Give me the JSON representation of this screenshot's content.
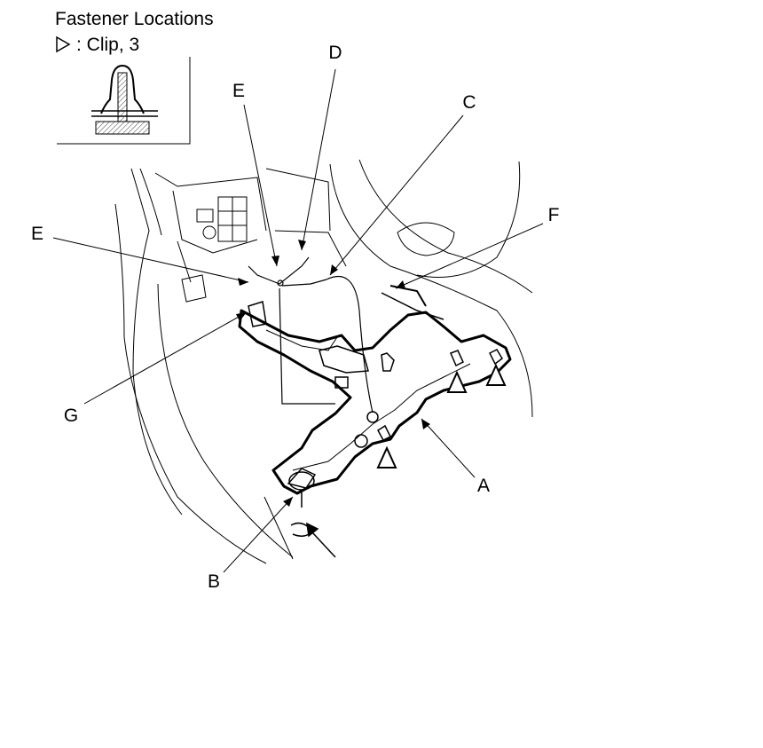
{
  "legend": {
    "title": "Fastener Locations",
    "clip_text": ": Clip, 3",
    "clip_icon": "clip-triangle-icon"
  },
  "callouts": {
    "A": "A",
    "B": "B",
    "C": "C",
    "D": "D",
    "E_top": "E",
    "E_left": "E",
    "F": "F",
    "G": "G"
  },
  "clip_markers": [
    "clip-triangle-icon",
    "clip-triangle-icon",
    "clip-triangle-icon"
  ],
  "colors": {
    "line": "#000000",
    "background": "#ffffff",
    "hatch": "#444444"
  }
}
